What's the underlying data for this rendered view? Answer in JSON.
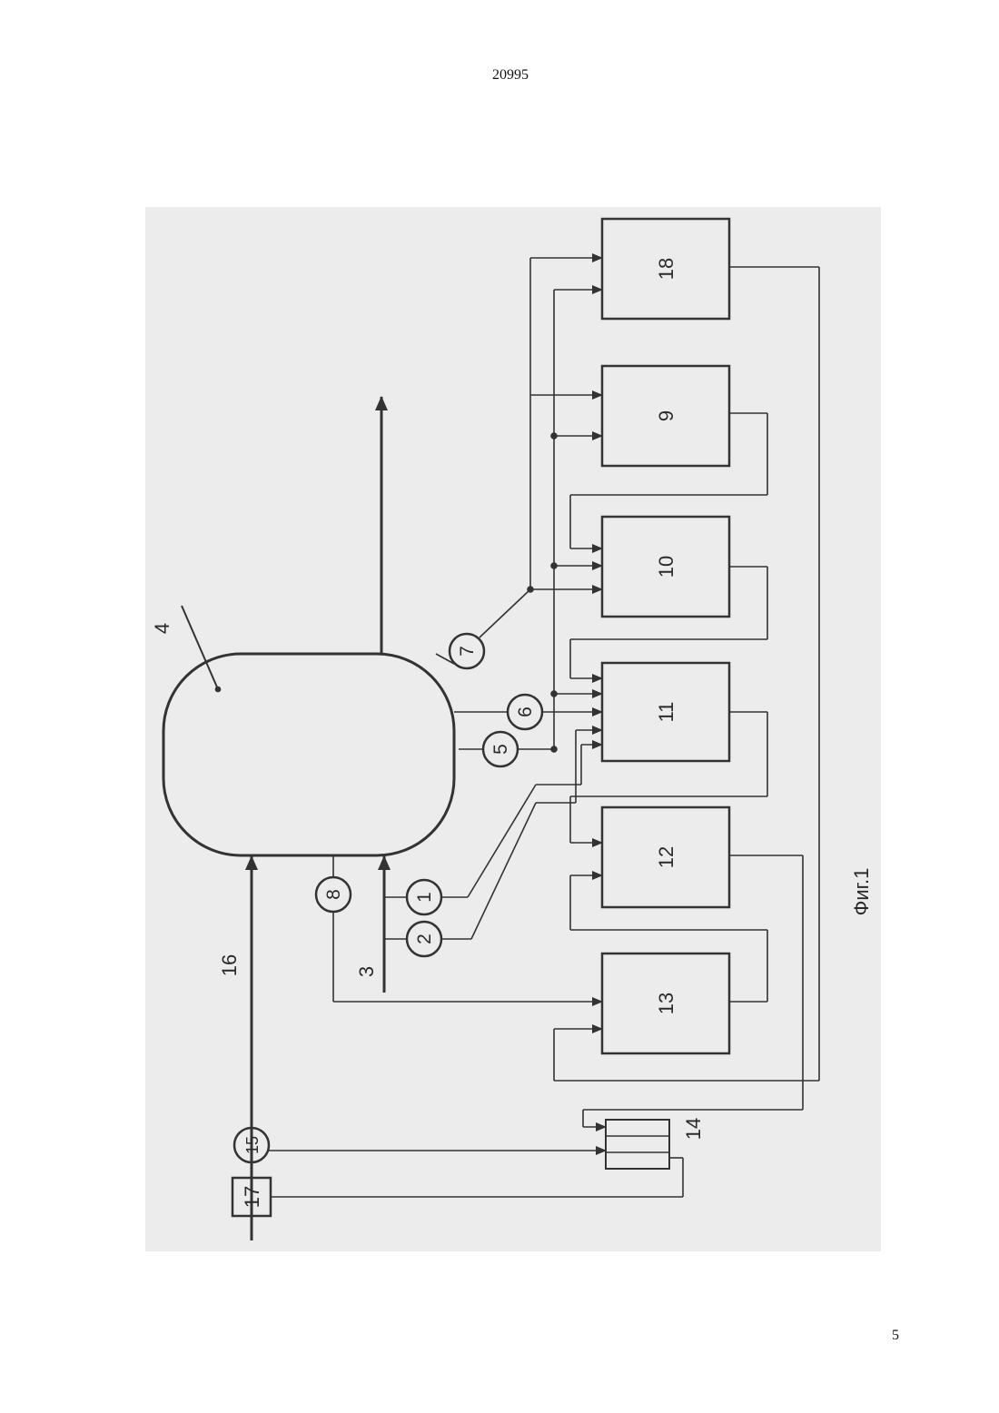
{
  "header": {
    "doc_number": "20995"
  },
  "footer": {
    "page_number": "5"
  },
  "figure": {
    "caption": "Фиг.1",
    "blocks": [
      "18",
      "9",
      "10",
      "11",
      "12",
      "13"
    ],
    "sensors": [
      "1",
      "2",
      "5",
      "6",
      "7",
      "8",
      "15"
    ],
    "vessel_label": "4",
    "line_labels": {
      "feed_line": "3",
      "main_line": "16"
    },
    "unit_17": "17",
    "unit_14": "14"
  }
}
